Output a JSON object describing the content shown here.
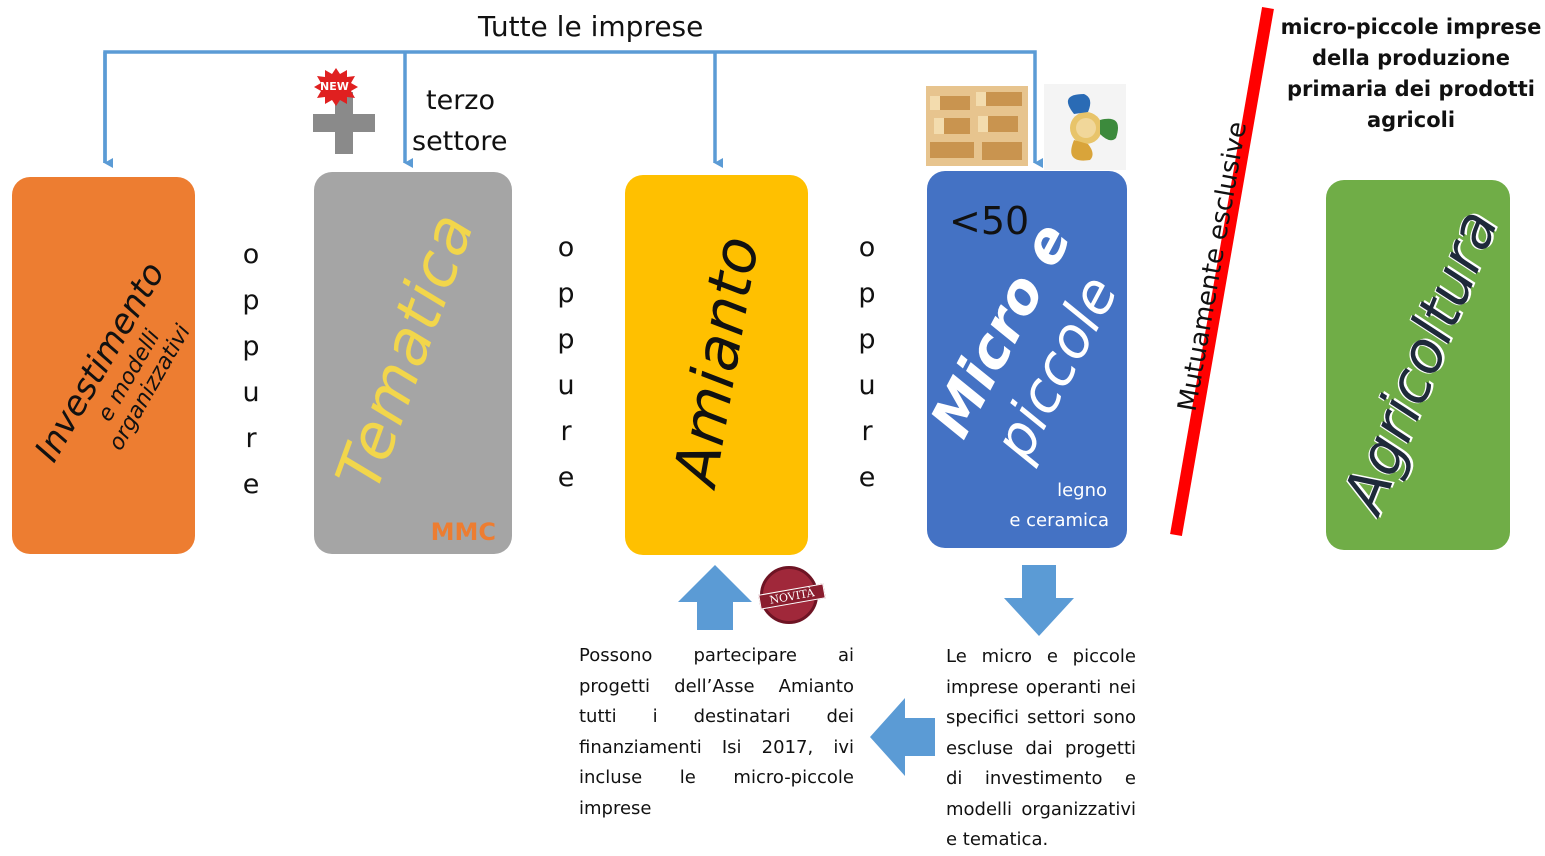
{
  "title": "Tutte le imprese",
  "boxes": {
    "investimento": {
      "title": "Investimento",
      "subtitle_line1": "e modelli",
      "subtitle_line2": "organizzativi",
      "color": "#ed7d31"
    },
    "tematica": {
      "title": "Tematica",
      "corner_label": "MMC",
      "addon_line1": "terzo",
      "addon_line2": "settore",
      "new_badge": "NEW",
      "color": "#a5a5a5"
    },
    "amianto": {
      "title": "Amianto",
      "badge": "NOVITÀ",
      "color": "#ffc000"
    },
    "micro": {
      "title_line1": "Micro e",
      "title_line2": "piccole",
      "count": "<50",
      "sector_line1": "legno",
      "sector_line2": "e ceramica",
      "color": "#4472c4"
    },
    "agricoltura": {
      "title": "Agricoltura",
      "color": "#70ad47"
    }
  },
  "oppure": [
    "o",
    "p",
    "p",
    "u",
    "r",
    "e"
  ],
  "mutually_exclusive": "Mutuamente esclusive",
  "agri_heading": [
    "micro-piccole imprese",
    "della produzione",
    "primaria dei prodotti",
    "agricoli"
  ],
  "amianto_note": [
    "Possono partecipare ai",
    "progetti dell’Asse Amianto",
    "tutti i destinatari dei",
    "finanziamenti Isi 2017, ivi",
    "incluse le micro-piccole",
    "imprese"
  ],
  "micro_note": [
    "Le micro e piccole",
    "imprese operanti nei",
    "specifici settori sono",
    "escluse dai progetti",
    "di investimento e",
    "modelli organizzativi",
    "e tematica."
  ],
  "colors": {
    "connector": "#5b9bd5",
    "divider": "#ff0000",
    "mmc": "#ed7d31",
    "new_badge": "#e02020",
    "novita": "#a0283a"
  }
}
